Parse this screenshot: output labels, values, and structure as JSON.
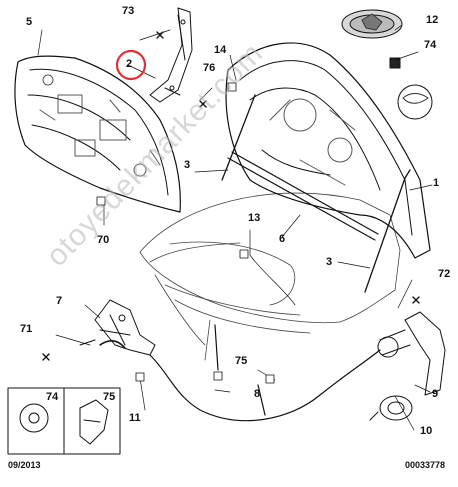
{
  "diagram": {
    "callouts": {
      "p1": "1",
      "p2": "2",
      "p3a": "3",
      "p3b": "3",
      "p5": "5",
      "p6": "6",
      "p7": "7",
      "p8": "8",
      "p9": "9",
      "p10": "10",
      "p11": "11",
      "p12": "12",
      "p13": "13",
      "p14": "14",
      "p70": "70",
      "p71": "71",
      "p72": "72",
      "p73": "73",
      "p74a": "74",
      "p74b": "74",
      "p75a": "75",
      "p75b": "75",
      "p76": "76"
    },
    "footer": {
      "date": "09/2013",
      "ref": "00033778"
    },
    "watermark": "otoyedekmarket.com",
    "colors": {
      "line": "#111111",
      "highlight": "#e03030",
      "watermark": "#b8b8b8"
    }
  }
}
